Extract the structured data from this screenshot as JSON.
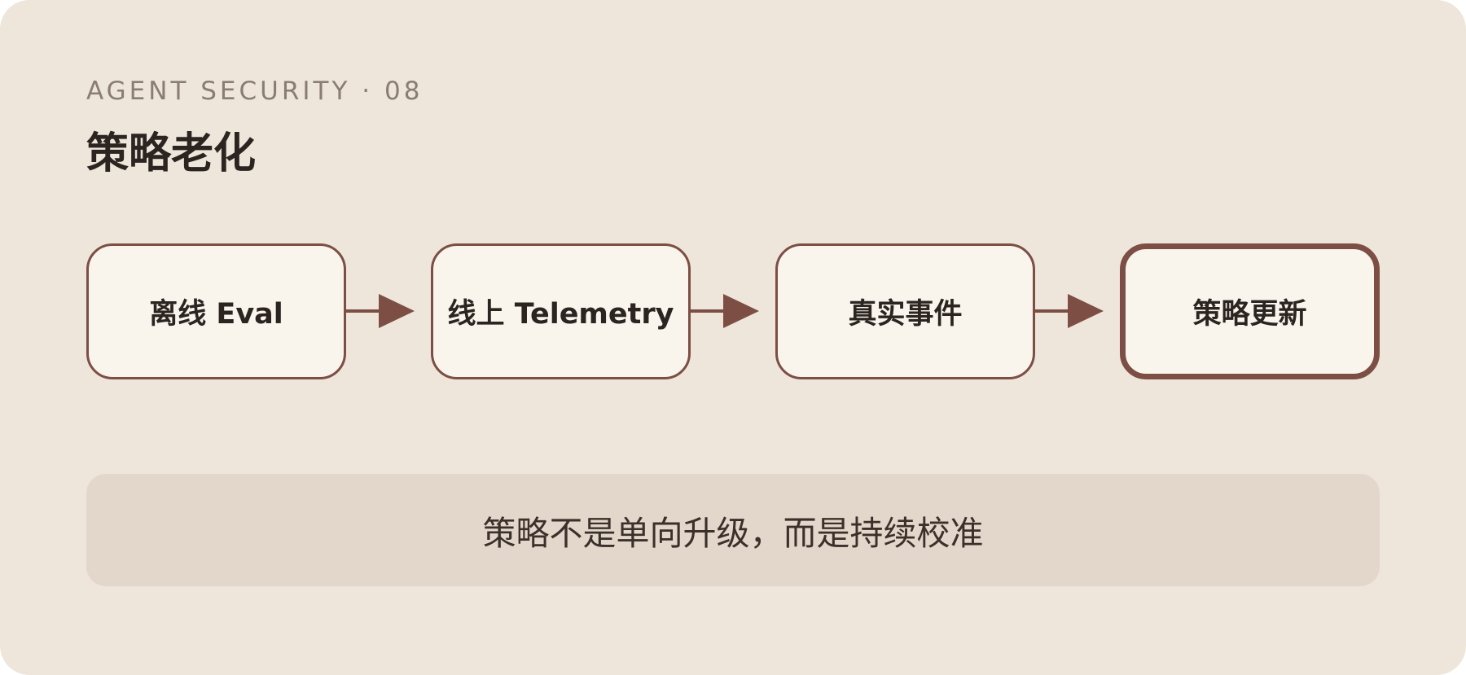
{
  "header": {
    "eyebrow": "AGENT SECURITY · 08",
    "title": "策略老化"
  },
  "flow": {
    "steps": [
      {
        "label": "离线 Eval"
      },
      {
        "label": "线上 Telemetry"
      },
      {
        "label": "真实事件"
      },
      {
        "label": "策略更新"
      }
    ],
    "connector": "arrow-right-icon"
  },
  "note": {
    "text": "策略不是单向升级，而是持续校准"
  },
  "colors": {
    "background": "#eee6db",
    "box_fill": "#f9f5ed",
    "accent": "#7c4e44",
    "note_fill": "#e3d7cb",
    "title_text": "#2b2420",
    "eyebrow_text": "#8a7d72"
  }
}
